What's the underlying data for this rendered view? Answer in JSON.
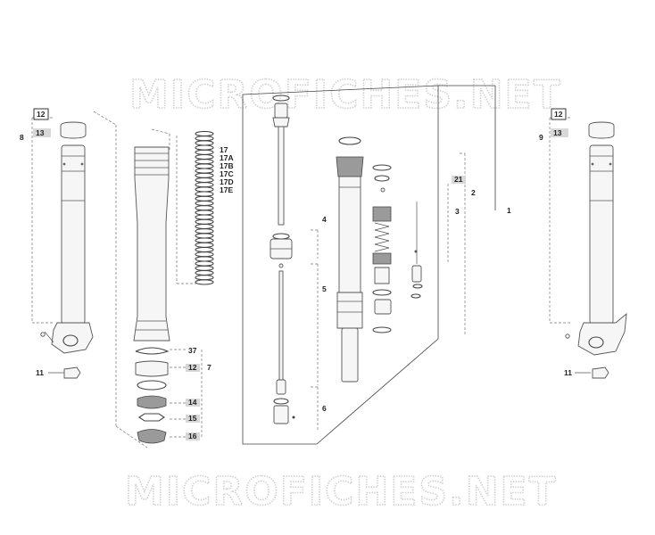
{
  "watermark": {
    "top": "MICROFICHES.NET",
    "bottom": "MICROFICHES.NET"
  },
  "callouts": {
    "left_fork": {
      "box": "12",
      "cap": "13",
      "tube": "8",
      "nut": "11"
    },
    "right_fork": {
      "box": "12",
      "cap": "13",
      "tube": "9",
      "nut": "11"
    },
    "spring": [
      "17",
      "17A",
      "17B",
      "17C",
      "17D",
      "17E"
    ],
    "kit": {
      "clip": "37",
      "bushing": "12",
      "group": "7",
      "seal": "14",
      "ring": "15",
      "wiper": "16"
    },
    "cartridge": {
      "piston": "4",
      "rod": "5",
      "valve": "6",
      "total": "1",
      "top": "21",
      "assembly": "2",
      "inner": "3"
    }
  }
}
